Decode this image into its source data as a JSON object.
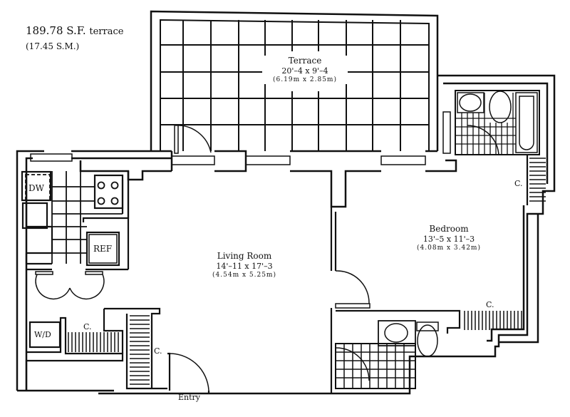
{
  "header": {
    "terrace_area_sf": "189.78 S.F.",
    "terrace_word": "terrace",
    "terrace_area_sm": "(17.45 S.M.)"
  },
  "rooms": {
    "terrace": {
      "name": "Terrace",
      "dims_imperial": "20'–4 x 9'–4",
      "dims_metric": "(6.19m x 2.85m)"
    },
    "living_room": {
      "name": "Living Room",
      "dims_imperial": "14'–11 x 17'–3",
      "dims_metric": "(4.54m x 5.25m)"
    },
    "bedroom": {
      "name": "Bedroom",
      "dims_imperial": "13'–5 x 11'–3",
      "dims_metric": "(4.08m x 3.42m)"
    }
  },
  "fixtures": {
    "dishwasher": "DW",
    "refrigerator": "REF",
    "washer_dryer": "W/D"
  },
  "closets": {
    "closet_label": "C."
  },
  "entry": {
    "label": "Entry"
  },
  "colors": {
    "line": "#111111",
    "background": "#ffffff"
  }
}
